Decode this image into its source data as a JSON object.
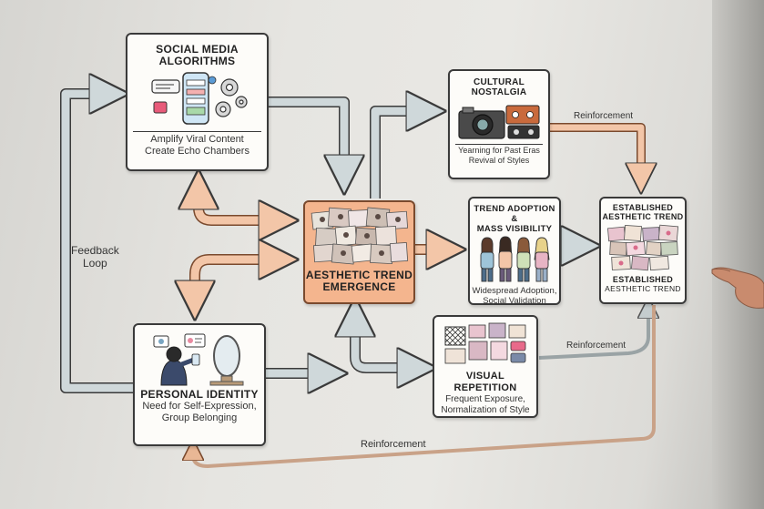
{
  "nodes": {
    "social": {
      "title_1": "SOCIAL MEDIA",
      "title_2": "ALGORITHMS",
      "desc_1": "Amplify Viral Content",
      "desc_2": "Create Echo Chambers"
    },
    "nostalgia": {
      "title_1": "CULTURAL",
      "title_2": "NOSTALGIA",
      "desc_1": "Yearning for Past Eras",
      "desc_2": "Revival of Styles"
    },
    "emergence": {
      "title_1": "AESTHETIC TREND",
      "title_2": "EMERGENCE"
    },
    "adoption": {
      "title_1": "TREND ADOPTION &",
      "title_2": "MASS VISIBILITY",
      "desc_1": "Widespread Adoption,",
      "desc_2": "Social Validation"
    },
    "established": {
      "title_top_1": "ESTABLISHED",
      "title_top_2": "AESTHETIC TREND",
      "title_bot_1": "ESTABLISHED",
      "title_bot_2": "AESTHETIC TREND"
    },
    "identity": {
      "title": "PERSONAL IDENTITY",
      "desc_1": "Need for Self-Expression,",
      "desc_2": "Group Belonging"
    },
    "repetition": {
      "title": "VISUAL REPETITION",
      "desc_1": "Frequent Exposure,",
      "desc_2": "Normalization of Style"
    }
  },
  "edge_labels": {
    "feedback_1": "Feedback",
    "feedback_2": "Loop",
    "reinforcement_top": "Reinforcement",
    "reinforcement_mid": "Reinforcement",
    "reinforcement_bottom": "Reinforcement"
  },
  "colors": {
    "arrow_gray": "#cfd8da",
    "arrow_peach": "#f3c6a8",
    "emergence_fill": "#f4b58e",
    "outline": "#3a3a3a"
  }
}
